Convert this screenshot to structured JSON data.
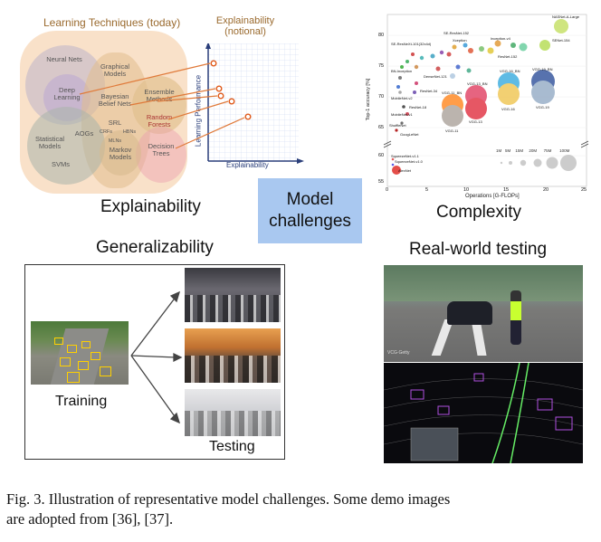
{
  "panels": {
    "explainability": "Explainability",
    "model_challenges_line1": "Model",
    "model_challenges_line2": "challenges",
    "complexity": "Complexity",
    "generalizability": "Generalizability",
    "real_world": "Real-world testing"
  },
  "venn": {
    "title": "Learning Techniques (today)",
    "labels": {
      "neural_nets": "Neural Nets",
      "deep_learning": "Deep Learning",
      "graphical_models": "Graphical Models",
      "bayesian": "Bayesian Belief Nets",
      "srl": "SRL",
      "crfs": "CRFs",
      "hbns": "HBNs",
      "mlns": "MLNs",
      "ensemble": "Ensemble Methods",
      "random_forests": "Random Forests",
      "statistical": "Statistical Models",
      "aogs": "AOGs",
      "svms": "SVMs",
      "markov": "Markov Models",
      "decision_trees": "Decision Trees"
    },
    "plot_title_line1": "Explainability",
    "plot_title_line2": "(notional)",
    "y_axis": "Learning Performance",
    "x_axis": "Explainability"
  },
  "complexity_chart": {
    "y_axis": "Top-1 accuracy [%]",
    "x_axis": "Operations [G-FLOPs]",
    "x_ticks": [
      "0",
      "5",
      "10",
      "15",
      "20",
      "25"
    ],
    "y_ticks": [
      "80",
      "75",
      "70",
      "65",
      "60",
      "55"
    ],
    "size_legend": [
      "1M",
      "5M",
      "15M",
      "20M",
      "75M",
      "100M"
    ],
    "labels": {
      "nasnet_large": "NASNet-A-Large",
      "senet154": "SENet-154",
      "se_resnext101": "SE-ResNeXt-101(32x4d)",
      "se_resnet": "SE-ResNet-152",
      "xception": "Xception",
      "inception_v4": "Inception-v4",
      "resnet152": "ResNet-152",
      "vgg16bn": "VGG-16_BN",
      "vgg19bn": "VGG-19_BN",
      "vgg13bn": "VGG-13_BN",
      "vgg11bn": "VGG-11_BN",
      "vgg11": "VGG-11",
      "vgg13": "VGG-13",
      "vgg16": "VGG-16",
      "vgg19": "VGG-19",
      "alexnet": "AlexNet",
      "squeezenet": "SqueezeNet-v1.1",
      "squeezenet10": "SqueezeNet-v1.0",
      "shufflenet": "ShuffleNet",
      "googlenet": "GoogLeNet",
      "mobilenet_v2": "MobileNet-v2",
      "mobilenet_v1": "MobileNet-v1",
      "resnet18": "ResNet-18",
      "resnet34": "ResNet-34",
      "densenet121": "DenseNet-121",
      "bn_inception": "BN-Inception"
    }
  },
  "generalizability": {
    "training": "Training",
    "testing": "Testing"
  },
  "real_world": {
    "watermark": "VCG·Getty"
  },
  "caption": {
    "line1": "Fig. 3.   Illustration of representative model challenges. Some demo images",
    "line2": "are adopted from [36], [37]."
  }
}
